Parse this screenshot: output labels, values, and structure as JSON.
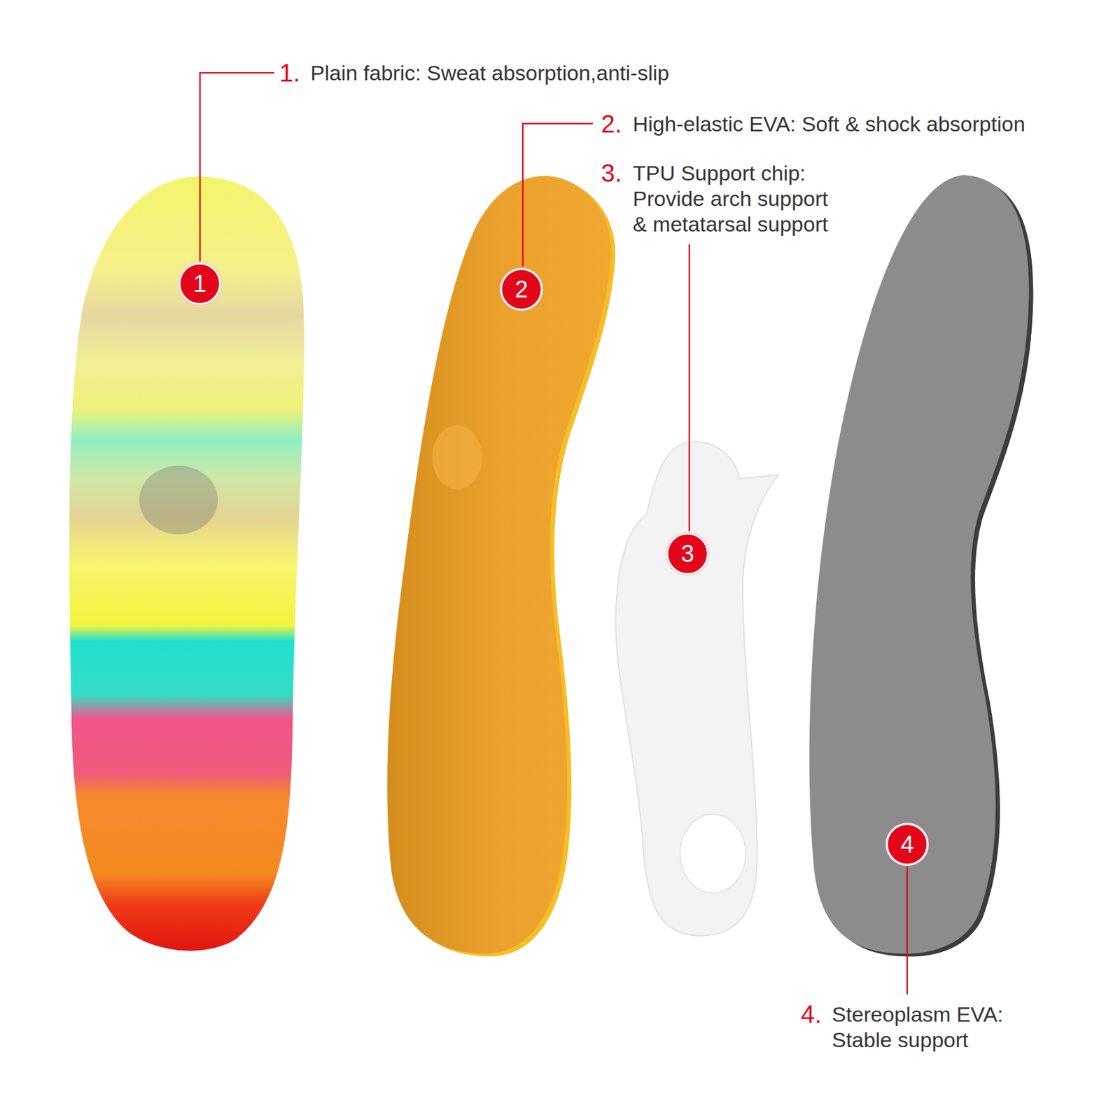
{
  "diagram": {
    "nodes": [
      {
        "text": [
          "1"
        ]
      },
      {
        "text": [
          "2"
        ]
      },
      {
        "text": [
          "3"
        ]
      },
      {
        "text": [
          "4"
        ]
      }
    ],
    "labels": [
      "1.",
      "Plain fabric: Sweat absorption,anti-slip",
      "2.",
      "High-elastic EVA: Soft & shock absorption",
      "3.",
      "TPU Support chip: Provide arch support & metatarsal support",
      "4.",
      "Stereoplasm EVA: Stable support"
    ]
  }
}
